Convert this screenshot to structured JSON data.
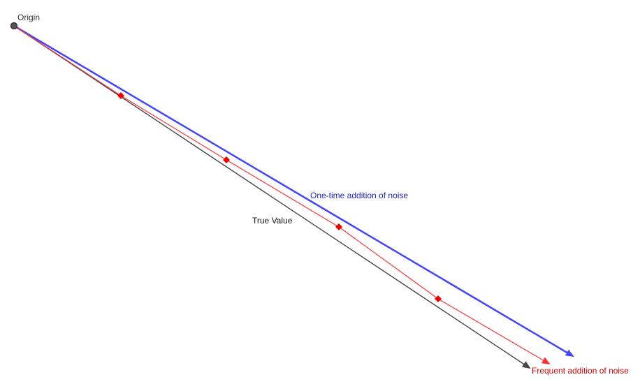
{
  "origin": {
    "label": "Origin",
    "color": "#333333"
  },
  "true_value": {
    "label": "True Value",
    "color": "#444444"
  },
  "one_time_noise": {
    "label": "One-time addition of noise",
    "color": "#4444ff"
  },
  "frequent_noise": {
    "label": "Frequent addition of noise",
    "color": "#ff3333",
    "step_points": 4
  }
}
